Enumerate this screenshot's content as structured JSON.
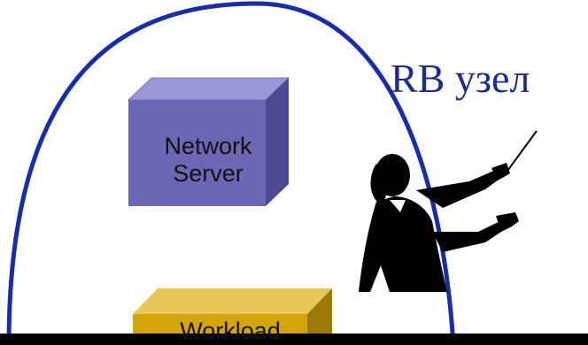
{
  "title": "RB узел",
  "network_server": {
    "line1": "Network",
    "line2": "Server",
    "front_color": "#6b67b5",
    "top_color": "#9a97d6",
    "side_color": "#4d4a8e"
  },
  "workload": {
    "label": "Workload",
    "front_color": "#d4a50a",
    "top_color": "#e8c85a",
    "side_color": "#9c7a0a"
  },
  "colors": {
    "arch": "#1a2da8",
    "title": "#1a2c8c",
    "conductor": "#000000",
    "bottom_bar": "#000000"
  },
  "icons": {
    "conductor": "conductor-silhouette-icon"
  }
}
